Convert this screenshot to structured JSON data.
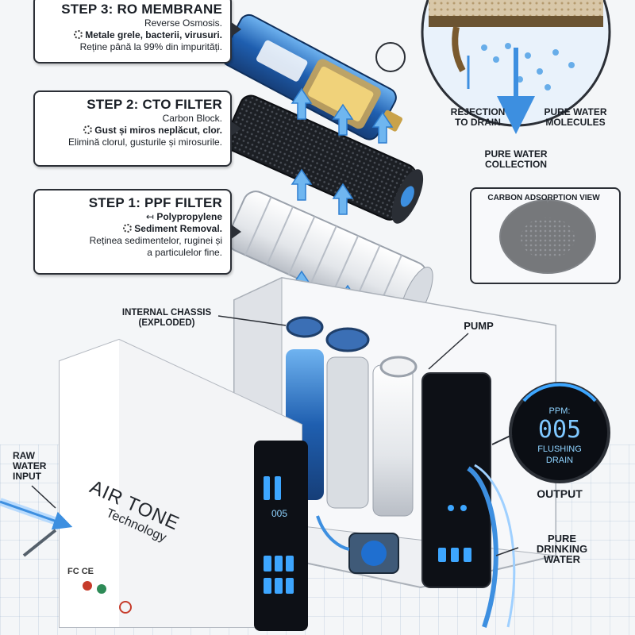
{
  "steps": [
    {
      "title": "STEP 3: RO MEMBRANE",
      "lines": [
        "Reverse Osmosis.",
        "Metale grele, bacterii, virusuri.",
        "Reține până la 99% din impurități."
      ]
    },
    {
      "title": "STEP 2: CTO FILTER",
      "lines": [
        "Carbon Block.",
        "Gust și miros neplăcut, clor.",
        "Elimină clorul, gusturile și mirosurile."
      ]
    },
    {
      "title": "STEP 1: PPF FILTER",
      "lines": [
        "Polypropylene",
        "Sediment Removal.",
        "Reținea sedimentelor, ruginei și",
        "a particulelor fine."
      ]
    }
  ],
  "callouts": {
    "rejection": "REJECTION TO DRAIN",
    "pure_molecules": "PURE WATER MOLECULES",
    "pure_collection": "PURE WATER COLLECTION",
    "carbon_view": "CARBON ADSORPTION VIEW",
    "chassis": "INTERNAL CHASSIS (EXPLODED)",
    "pump": "PUMP",
    "raw_water": "RAW WATER INPUT",
    "output": "OUTPUT",
    "pure_drinking": "PURE DRINKING WATER"
  },
  "display": {
    "unit": "PPM:",
    "value": "005",
    "status_1": "FLUSHING",
    "status_2": "DRAIN",
    "small_readout": "005"
  },
  "brand": {
    "name": "AIR TONE",
    "tagline": "Technology",
    "cert": "FC CE"
  },
  "colors": {
    "water_blue": "#3d8fe0",
    "membrane_blue": "#1f5fb0",
    "panel_black": "#0d1016",
    "display_glow": "#4fb3ff"
  }
}
